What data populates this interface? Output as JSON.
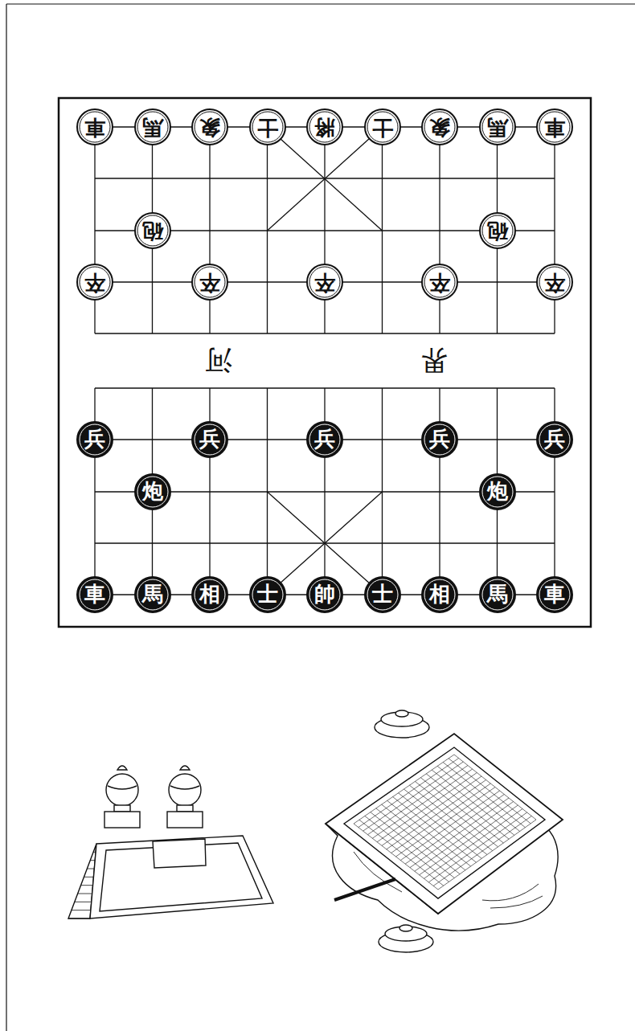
{
  "diagram": {
    "nodes": [
      {
        "text": [
          "車"
        ]
      },
      {
        "text": [
          "馬"
        ]
      },
      {
        "text": [
          "象"
        ]
      },
      {
        "text": [
          "士"
        ]
      },
      {
        "text": [
          "將"
        ]
      },
      {
        "text": [
          "士"
        ]
      },
      {
        "text": [
          "象"
        ]
      },
      {
        "text": [
          "馬"
        ]
      },
      {
        "text": [
          "車"
        ]
      },
      {
        "text": [
          "砲"
        ]
      },
      {
        "text": [
          "砲"
        ]
      },
      {
        "text": [
          "卒"
        ]
      },
      {
        "text": [
          "卒"
        ]
      },
      {
        "text": [
          "卒"
        ]
      },
      {
        "text": [
          "卒"
        ]
      },
      {
        "text": [
          "卒"
        ]
      },
      {
        "text": [
          "兵"
        ]
      },
      {
        "text": [
          "兵"
        ]
      },
      {
        "text": [
          "兵"
        ]
      },
      {
        "text": [
          "兵"
        ]
      },
      {
        "text": [
          "兵"
        ]
      },
      {
        "text": [
          "炮"
        ]
      },
      {
        "text": [
          "炮"
        ]
      },
      {
        "text": [
          "車"
        ]
      },
      {
        "text": [
          "馬"
        ]
      },
      {
        "text": [
          "相"
        ]
      },
      {
        "text": [
          "士"
        ]
      },
      {
        "text": [
          "帥"
        ]
      },
      {
        "text": [
          "士"
        ]
      },
      {
        "text": [
          "相"
        ]
      },
      {
        "text": [
          "馬"
        ]
      },
      {
        "text": [
          "車"
        ]
      }
    ],
    "labels": [
      "河",
      "界"
    ]
  }
}
